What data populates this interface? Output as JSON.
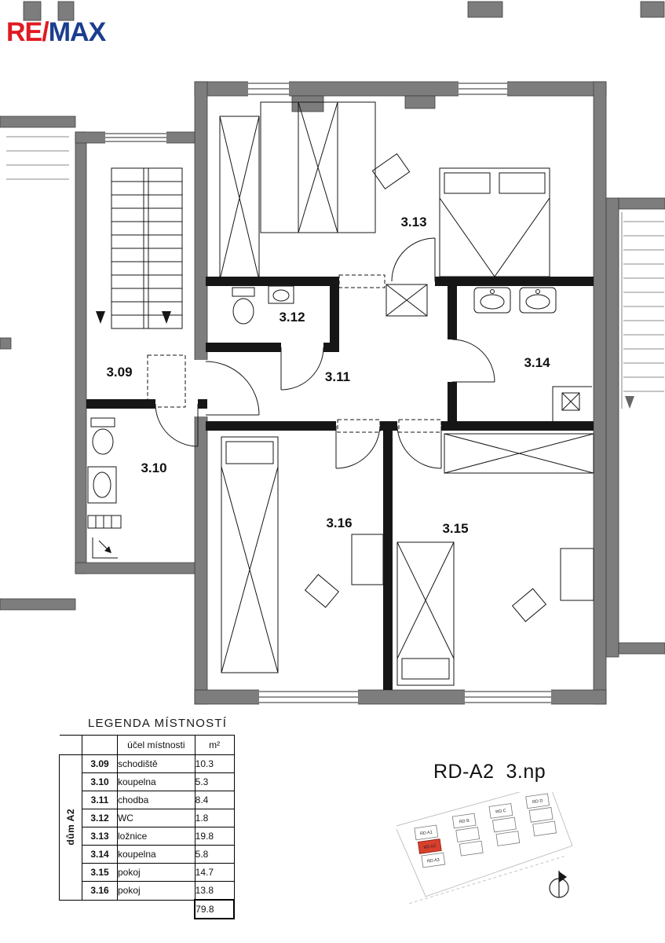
{
  "logo": {
    "re": "RE",
    "slash": "/",
    "max": "MAX",
    "color_red": "#E01A22",
    "color_blue": "#1B3D8F"
  },
  "plan": {
    "room_labels": [
      "3.09",
      "3.10",
      "3.11",
      "3.12",
      "3.13",
      "3.14",
      "3.15",
      "3.16"
    ]
  },
  "legend": {
    "title": "LEGENDA MÍSTNOSTÍ",
    "house_label": "dům A2",
    "header": {
      "purpose": "účel místnosti",
      "unit": "m²"
    },
    "rows": [
      {
        "id": "3.09",
        "name": "schodiště",
        "area": "10.3"
      },
      {
        "id": "3.10",
        "name": "koupelna",
        "area": "5.3"
      },
      {
        "id": "3.11",
        "name": "chodba",
        "area": "8.4"
      },
      {
        "id": "3.12",
        "name": "WC",
        "area": "1.8"
      },
      {
        "id": "3.13",
        "name": "ložnice",
        "area": "19.8"
      },
      {
        "id": "3.14",
        "name": "koupelna",
        "area": "5.8"
      },
      {
        "id": "3.15",
        "name": "pokoj",
        "area": "14.7"
      },
      {
        "id": "3.16",
        "name": "pokoj",
        "area": "13.8"
      }
    ],
    "total": "79.8"
  },
  "sitemap": {
    "title_name": "RD-A2",
    "title_floor": "3.np",
    "buildings": [
      "RD A1",
      "RD A2",
      "RD A3",
      "RD B",
      "RD C",
      "RD D"
    ],
    "highlight": "RD A2",
    "highlight_color": "#D9402C"
  }
}
